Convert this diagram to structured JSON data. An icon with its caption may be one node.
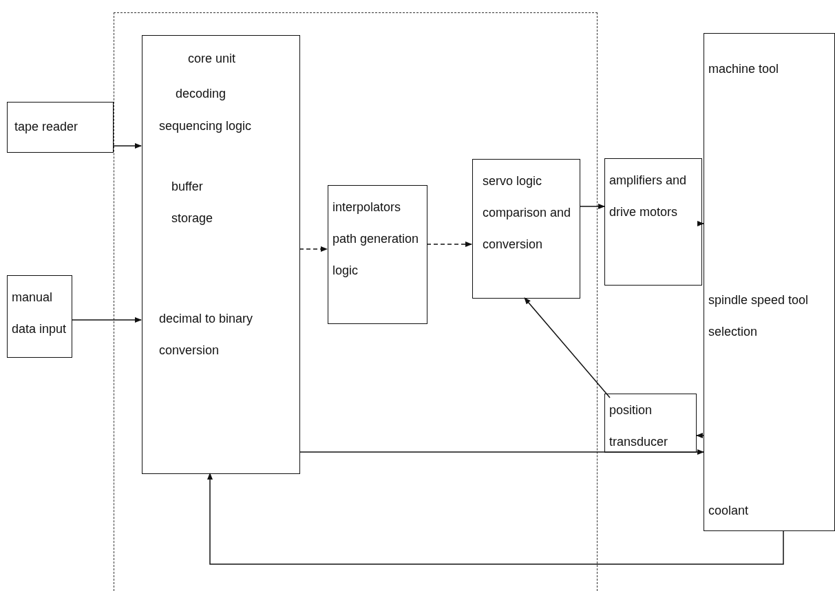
{
  "diagram": {
    "nodes": [
      {
        "text": [],
        "shape": "box"
      },
      {
        "text": [
          "tape reader"
        ]
      },
      {
        "text": [
          "manual data input"
        ]
      },
      {
        "text": [
          "core unit",
          "decoding",
          "sequencing logic",
          "buffer storage",
          "decimal to binary conversion"
        ],
        "in": 0
      },
      {
        "text": [
          "interpolators path generation logic"
        ],
        "in": 0
      },
      {
        "text": [
          "servo logic comparison and conversion"
        ],
        "in": 0
      },
      {
        "text": [
          "amplifiers and drive motors"
        ]
      },
      {
        "text": [
          "position transducer"
        ]
      },
      {
        "text": [
          "machine tool",
          "spindle speed tool selection",
          "coolant"
        ]
      }
    ],
    "edges": [
      {
        "from": 1,
        "to": 3,
        "arrow": "to"
      },
      {
        "from": 2,
        "to": 3,
        "arrow": "to"
      },
      {
        "from": 3,
        "to": 4,
        "arrow": "to",
        "style": "dashed"
      },
      {
        "from": 4,
        "to": 5,
        "arrow": "to",
        "style": "dashed"
      },
      {
        "from": 5,
        "to": 6,
        "arrow": "to"
      },
      {
        "from": 6,
        "to": 8,
        "arrow": "to"
      },
      {
        "from": 7,
        "to": 5,
        "arrow": "to"
      },
      {
        "from": 8,
        "to": 7,
        "arrow": "to"
      },
      {
        "from": 3,
        "to": 8,
        "arrow": "to"
      },
      {
        "from": 8,
        "to": 3,
        "arrow": "to"
      }
    ]
  }
}
